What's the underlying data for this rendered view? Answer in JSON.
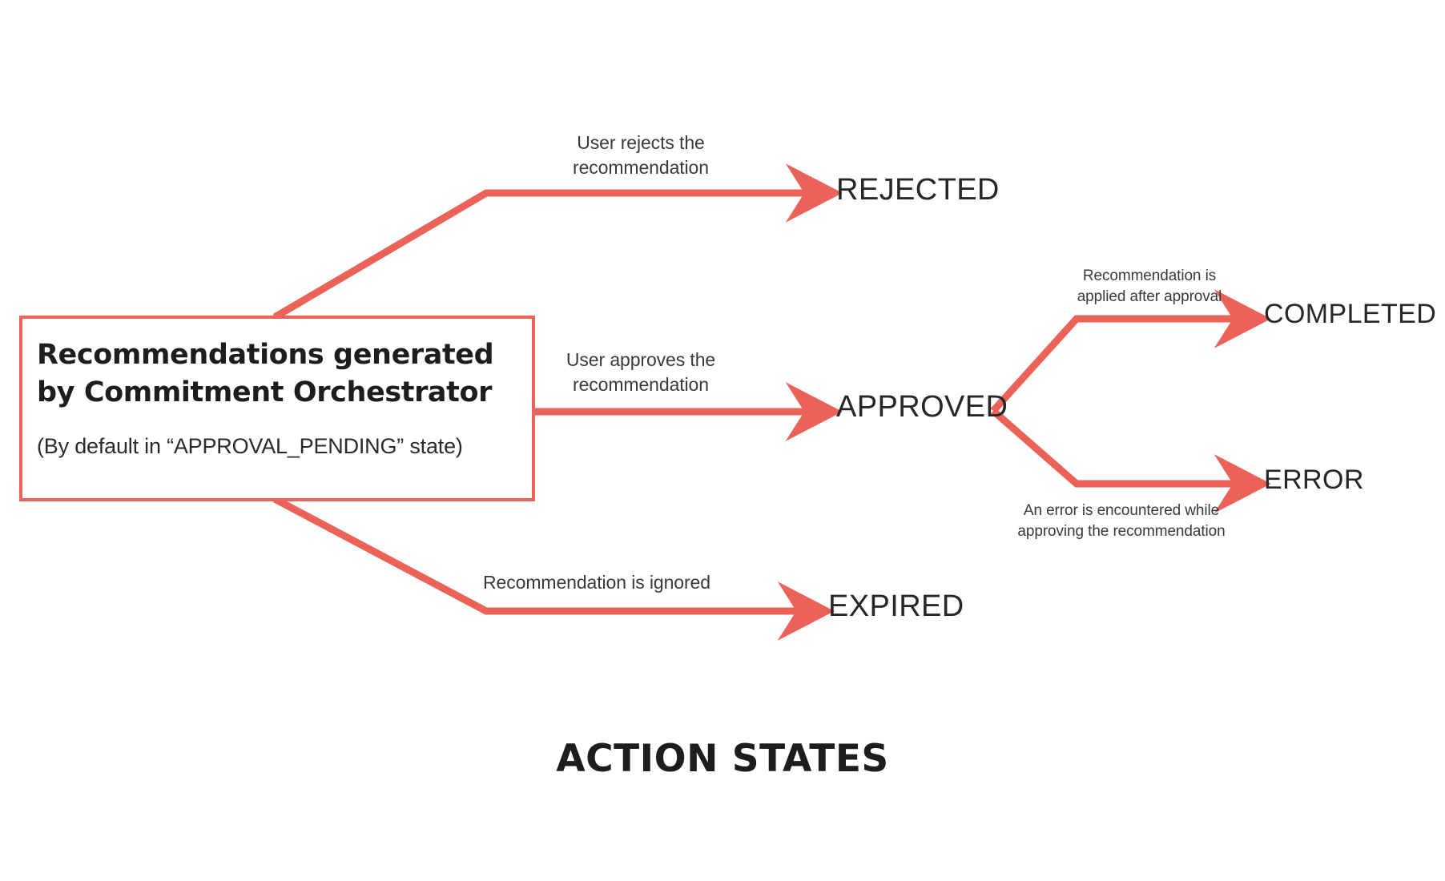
{
  "diagram": {
    "title": "ACTION STATES",
    "accent_color": "#ea6258",
    "text_color": "#272727",
    "background": "#ffffff",
    "source_node": {
      "title_line_1": "Recommendations generated",
      "title_line_2": "by Commitment Orchestrator",
      "subtitle": "(By default in “APPROVAL_PENDING” state)"
    },
    "states": {
      "rejected": "REJECTED",
      "approved": "APPROVED",
      "expired": "EXPIRED",
      "completed": "COMPLETED",
      "error": "ERROR"
    },
    "transitions": {
      "to_rejected": "User rejects the\nrecommendation",
      "to_approved": "User approves the\nrecommendation",
      "to_expired": "Recommendation is ignored",
      "to_completed": "Recommendation is\napplied after approval",
      "to_error": "An error is encountered while\napproving the recommendation"
    }
  }
}
